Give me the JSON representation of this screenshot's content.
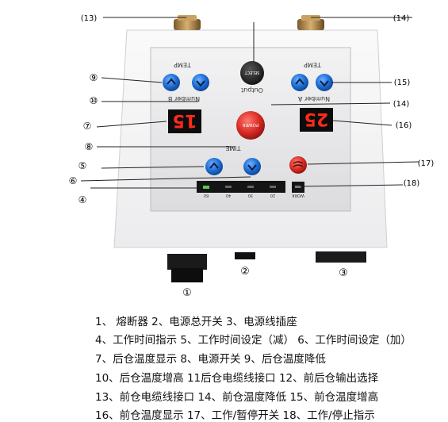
{
  "callouts": {
    "c1": "①",
    "c2": "②",
    "c3": "③",
    "c4": "④",
    "c5": "⑤",
    "c6": "⑥",
    "c7": "⑦",
    "c8": "⑧",
    "c9": "⑨",
    "c10": "⑩",
    "c11": "(14)",
    "c13": "(13)",
    "c14_top": "(14)",
    "c15": "(15)",
    "c16": "(16)",
    "c17": "(17)",
    "c18": "(18)"
  },
  "panel": {
    "select_label": "SELECT",
    "output_label": "Output",
    "power_label": "POWER",
    "time_label": "TIME",
    "temp_b_label": "TEMP",
    "number_b_label": "Number B",
    "temp_a_label": "TEMP",
    "number_a_label": "Number A",
    "display_b": "15",
    "display_a": "25",
    "time_marks": [
      "60",
      "40",
      "30",
      "20"
    ],
    "work_label": "WORK"
  },
  "legend": {
    "row1": "1、 熔断器      2、电源总开关     3、电源线插座",
    "row2": "4、工作时间指示     5、工作时间设定（减）   6、工作时间设定（加）",
    "row3": "7、后仓温度显示     8、电源开关     9、后仓温度降低",
    "row4": "10、后仓温度增高     11后仓电缆线接口     12、前后仓输出选择",
    "row5": "13、前仓电缆线接口      14、前仓温度降低      15、前仓温度增高",
    "row6": "16、前仓温度显示      17、工作/暂停开关      18、工作/停止指示"
  },
  "colors": {
    "button_blue": "#1f6fd6",
    "power_red": "#d62a24",
    "display_red": "#ff2a1a",
    "panel_face": "#e4e4e6"
  }
}
